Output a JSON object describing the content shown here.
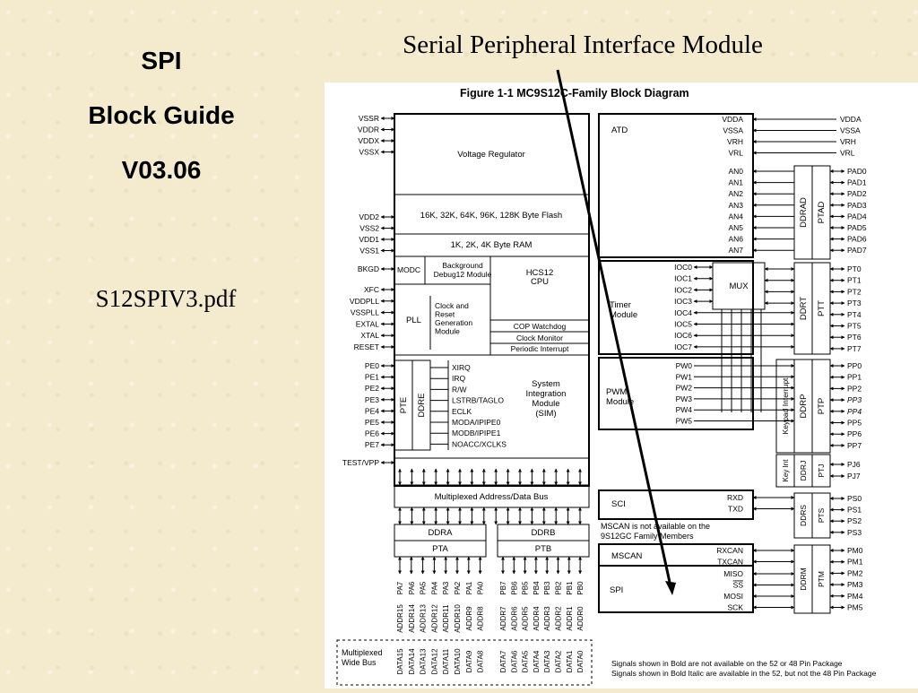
{
  "slide": {
    "title_lines": [
      "SPI",
      "Block Guide",
      "V03.06"
    ],
    "file_name": "S12SPIV3.pdf",
    "heading": "Serial Peripheral Interface Module"
  },
  "figure": {
    "title": "Figure 1-1  MC9S12C-Family Block Diagram",
    "left_pins_power": [
      "VSSR",
      "VDDR",
      "VDDX",
      "VSSX"
    ],
    "left_pins_core": [
      "VDD2",
      "VSS2",
      "VDD1",
      "VSS1"
    ],
    "bkgd": "BKGD",
    "left_pins_clock": [
      "XFC",
      "VDDPLL",
      "VSSPLL",
      "EXTAL",
      "XTAL",
      "RESET"
    ],
    "left_pins_pe": [
      "PE0",
      "PE1",
      "PE2",
      "PE3",
      "PE4",
      "PE5",
      "PE6",
      "PE7"
    ],
    "test_vpp": "TEST/VPP",
    "voltage_regulator": "Voltage Regulator",
    "flash": "16K, 32K, 64K, 96K, 128K Byte Flash",
    "ram": "1K, 2K, 4K Byte RAM",
    "modc": "MODC",
    "bdm": [
      "Background",
      "Debug12 Module"
    ],
    "cpu": [
      "HCS12",
      "CPU"
    ],
    "pll": "PLL",
    "crg": [
      "Clock and",
      "Reset",
      "Generation",
      "Module"
    ],
    "cop": "COP Watchdog",
    "clock_monitor": "Clock Monitor",
    "periodic_interrupt": "Periodic Interrupt",
    "pte": "PTE",
    "ddre": "DDRE",
    "sim_signals": [
      "XIRQ",
      "IRQ",
      "R/W",
      "LSTRB/TAGLO",
      "ECLK",
      "MODA/IPIPE0",
      "MODB/IPIPE1",
      "NOACC/XCLKS"
    ],
    "sim": [
      "System",
      "Integration",
      "Module",
      "(SIM)"
    ],
    "bus": "Multiplexed Address/Data Bus",
    "ddra": "DDRA",
    "pta": "PTA",
    "ddrb": "DDRB",
    "ptb": "PTB",
    "pa_pins": [
      "PA7",
      "PA6",
      "PA5",
      "PA4",
      "PA3",
      "PA2",
      "PA1",
      "PA0"
    ],
    "pb_pins": [
      "PB7",
      "PB6",
      "PB5",
      "PB4",
      "PB3",
      "PB2",
      "PB1",
      "PB0"
    ],
    "addr_hi": [
      "ADDR15",
      "ADDR14",
      "ADDR13",
      "ADDR12",
      "ADDR11",
      "ADDR10",
      "ADDR9",
      "ADDR8"
    ],
    "addr_lo": [
      "ADDR7",
      "ADDR6",
      "ADDR5",
      "ADDR4",
      "ADDR3",
      "ADDR2",
      "ADDR1",
      "ADDR0"
    ],
    "data_hi": [
      "DATA15",
      "DATA14",
      "DATA13",
      "DATA12",
      "DATA11",
      "DATA10",
      "DATA9",
      "DATA8"
    ],
    "data_lo": [
      "DATA7",
      "DATA6",
      "DATA5",
      "DATA4",
      "DATA3",
      "DATA2",
      "DATA1",
      "DATA0"
    ],
    "mux_wide": [
      "Multiplexed",
      "Wide Bus"
    ],
    "atd": "ATD",
    "atd_ref_in": [
      "VDDA",
      "VSSA",
      "VRH",
      "VRL"
    ],
    "atd_ref_out": [
      "VDDA",
      "VSSA",
      "VRH",
      "VRL"
    ],
    "an": [
      "AN0",
      "AN1",
      "AN2",
      "AN3",
      "AN4",
      "AN5",
      "AN6",
      "AN7"
    ],
    "ddrad": "DDRAD",
    "ptad": "PTAD",
    "pad": [
      "PAD0",
      "PAD1",
      "PAD2",
      "PAD3",
      "PAD4",
      "PAD5",
      "PAD6",
      "PAD7"
    ],
    "timer": [
      "Timer",
      "Module"
    ],
    "ioc": [
      "IOC0",
      "IOC1",
      "IOC2",
      "IOC3",
      "IOC4",
      "IOC5",
      "IOC6",
      "IOC7"
    ],
    "mux": "MUX",
    "ddrt": "DDRT",
    "ptt": "PTT",
    "pt": [
      "PT0",
      "PT1",
      "PT2",
      "PT3",
      "PT4",
      "PT5",
      "PT6",
      "PT7"
    ],
    "pwm": [
      "PWM",
      "Module"
    ],
    "pw": [
      "PW0",
      "PW1",
      "PW2",
      "PW3",
      "PW4",
      "PW5"
    ],
    "keypad": "Keypad Interrupt",
    "ddrp": "DDRP",
    "ptp": "PTP",
    "pp": [
      "PP0",
      "PP1",
      "PP2",
      "PP3",
      "PP4",
      "PP5",
      "PP6",
      "PP7"
    ],
    "keyint": "Key Int",
    "ddrj": "DDRJ",
    "ptj": "PTJ",
    "pj": [
      "PJ6",
      "PJ7"
    ],
    "sci": "SCI",
    "sci_sig": [
      "RXD",
      "TXD"
    ],
    "ddrs": "DDRS",
    "pts": "PTS",
    "ps": [
      "PS0",
      "PS1",
      "PS2",
      "PS3"
    ],
    "mscan_note": [
      "MSCAN is not available on the",
      "9S12GC Family Members"
    ],
    "mscan": "MSCAN",
    "mscan_sig": [
      "RXCAN",
      "TXCAN"
    ],
    "spi": "SPI",
    "spi_sig": [
      "MISO",
      "SS",
      "MOSI",
      "SCK"
    ],
    "ddrm": "DDRM",
    "ptm": "PTM",
    "pm": [
      "PM0",
      "PM1",
      "PM2",
      "PM3",
      "PM4",
      "PM5"
    ],
    "footnotes": [
      "Signals shown in Bold are not available on the 52 or 48 Pin Package",
      "Signals shown in Bold Italic are available in the 52, but not the 48 Pin Package"
    ]
  }
}
